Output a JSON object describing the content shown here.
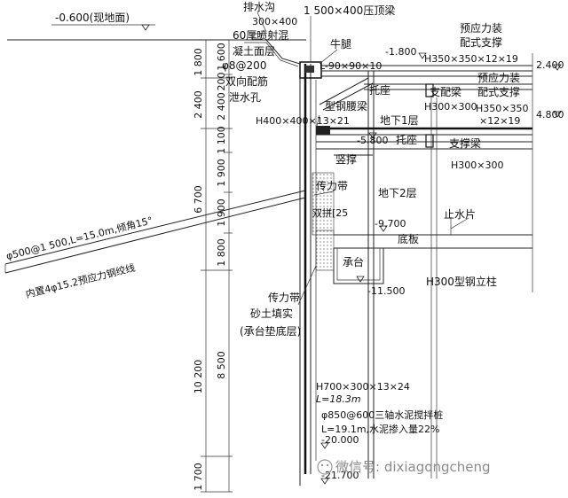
{
  "ground_level": "-0.600(现地面)",
  "drain_ditch": "排水沟",
  "top_beam_spec": "300×400",
  "crown_beam": "1 500×400压顶梁",
  "shotcrete": [
    "60厚喷射混",
    "凝土面层"
  ],
  "rebar": [
    "φ8@200",
    "双向配筋"
  ],
  "weep_hole": "泄水孔",
  "corbel": "牛腿",
  "lvl_1800": "-1.800",
  "lvl_090": "L-90×90×10",
  "h350_top": "H350×350×12×19",
  "lvl_2400": "2.400",
  "prestress_brace_top": [
    "预应力装",
    "配式支撑"
  ],
  "prestress_brace_right": [
    "预应力装",
    "配式支撑"
  ],
  "h350_right": [
    "H350×350",
    "×12×19"
  ],
  "lvl_4800": "4.800",
  "bracket_1": "托座",
  "assembled_waler": "支配梁",
  "h300_a": "H300×300",
  "steel_waler": "型钢腰梁",
  "h400": "H400×400×13×21",
  "basement_1": "地下1层",
  "lvl_5800": "-5.800",
  "bracket_2": "托座",
  "brace_beam": "支撑梁",
  "h300_b": "H300×300",
  "vertical_strut": "竖撑",
  "force_belt": "传力带",
  "basement_2": "地下2层",
  "double_channel": "双拼[25",
  "lvl_9700": "-9.700",
  "waterstop": "止水片",
  "anchor_main": "φ500@1 500,L=15.0m,倾角15°",
  "anchor_tendon": "内置4φ15.2预应力钢绞线",
  "floor_slab": "底板",
  "pile_cap": "承台",
  "lvl_11500": "-11.500",
  "h300_column": "H300型钢立柱",
  "force_belt_2": "传力带",
  "sand_fill": [
    "砂土填实",
    "(承台垫底层)"
  ],
  "h700": "H700×300×13×24",
  "h700_len": "L=18.3m",
  "mixing_pile": "φ850@600三轴水泥搅拌桩",
  "mixing_pile_2": "L=19.1m,水泥掺入量22%",
  "lvl_20000": "-20.000",
  "lvl_21700": "-21.700",
  "dims_outer": [
    "1 800",
    "2 400",
    "6 700",
    "10 200",
    "1 700"
  ],
  "dims_inner": [
    "1 600",
    "200",
    "2 400",
    "1 100",
    "1 900",
    "1 900",
    "1 800",
    "8 500"
  ],
  "watermark": "微信号: dixiagongcheng"
}
